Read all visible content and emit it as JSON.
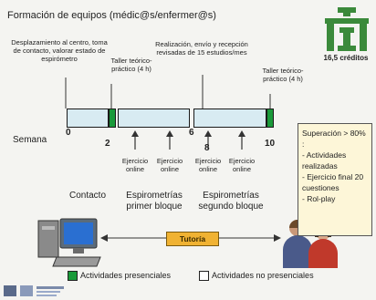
{
  "title": "Formación de equipos (médic@s/enfermer@s)",
  "credits": "16,5 créditos",
  "notes": {
    "start": "Desplazamiento al centro, toma de contacto, valorar estado de espirómetro",
    "workshop1": "Taller teórico-práctico (4 h)",
    "studies": "Realización, envío y recepción revisadas de 15 estudios/mes",
    "workshop2": "Taller teórico-práctico (4 h)"
  },
  "timeline": {
    "label": "Semana",
    "ticks": [
      "0",
      "2",
      "6",
      "8",
      "10"
    ]
  },
  "exercises": [
    "Ejercicio online",
    "Ejercicio online",
    "Ejercicio online",
    "Ejercicio online"
  ],
  "phases": {
    "contact": "Contacto",
    "block1": "Espirometrías primer bloque",
    "block2": "Espirometrías segundo bloque"
  },
  "success_box": {
    "heading": "Superación > 80% :",
    "items": [
      "- Actividades realizadas",
      "- Ejercicio final 20 cuestiones",
      "- Rol-play"
    ]
  },
  "tutoria": "Tutoría",
  "legend": {
    "in_person": "Actividades presenciales",
    "remote": "Actividades no presenciales"
  },
  "colors": {
    "in_person": "#1a9a3a",
    "remote": "#d8ebf2",
    "tutoria": "#f0b233",
    "success_box": "#fdf6d8"
  }
}
